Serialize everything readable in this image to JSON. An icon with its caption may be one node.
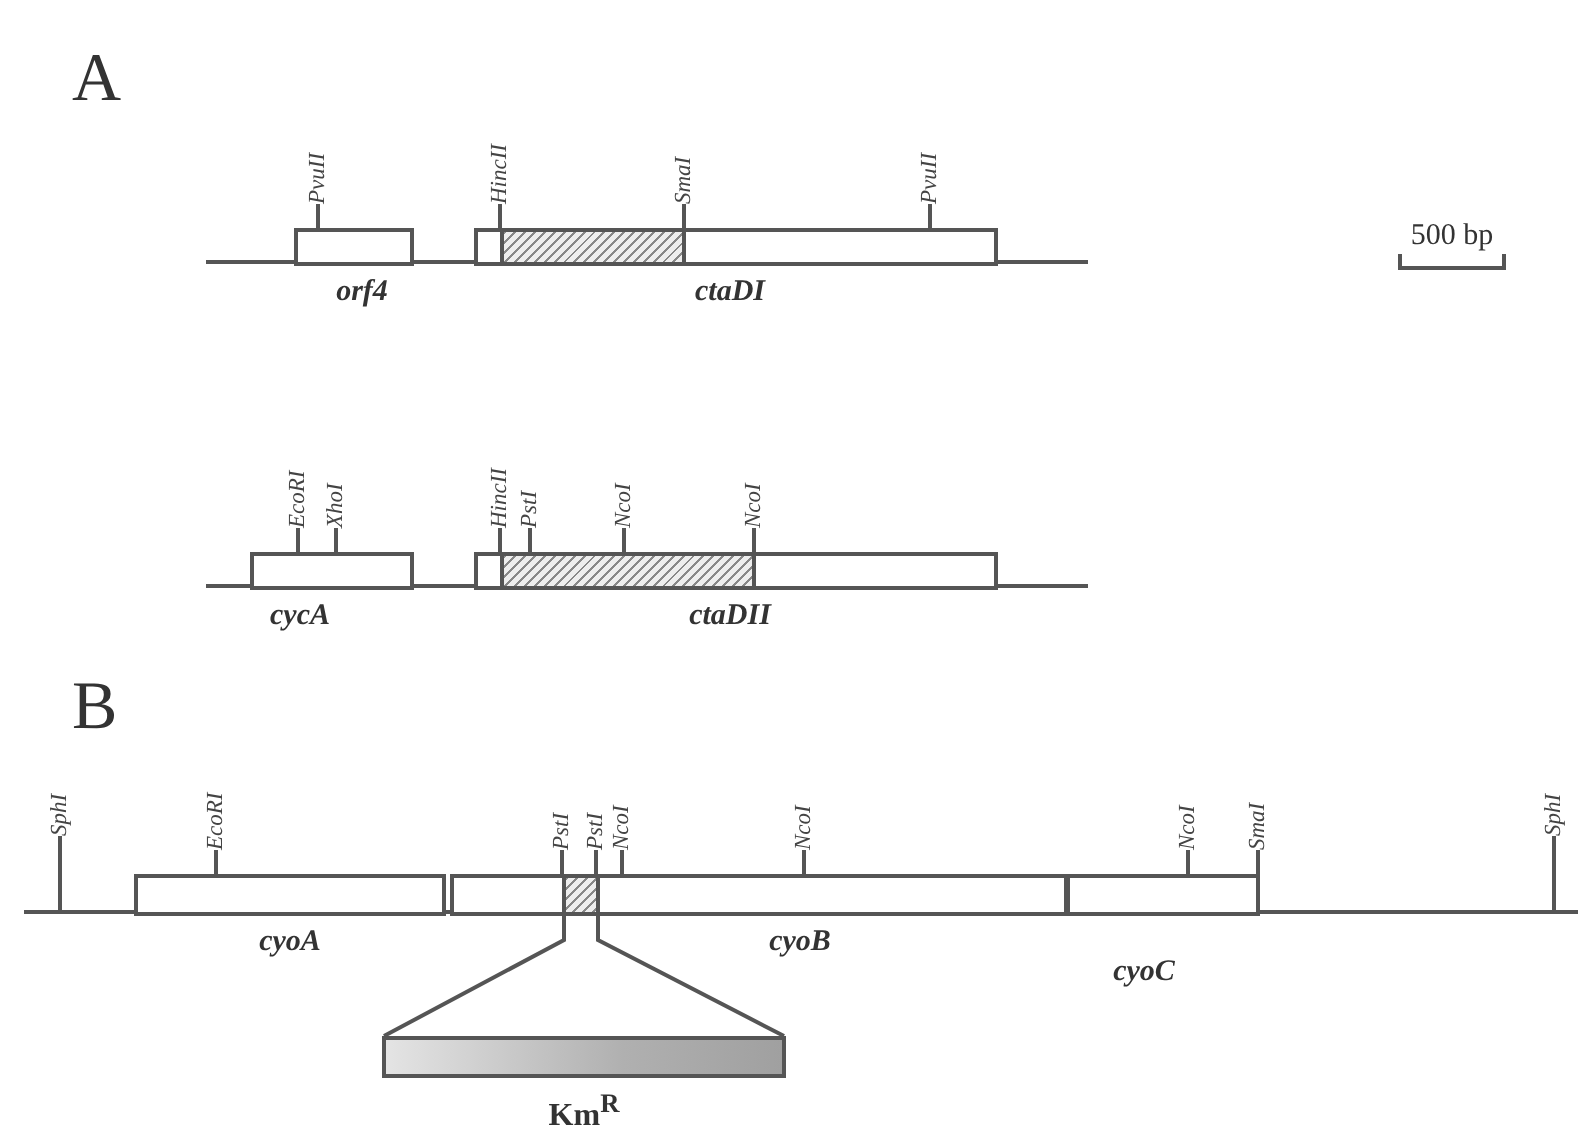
{
  "diagram": {
    "nodes": [
      {
        "text": [
          "orf4"
        ]
      },
      {
        "text": [
          "ctaDI"
        ]
      },
      {
        "text": [],
        "shape": "box",
        "in": 1
      },
      {
        "text": [
          "cycA"
        ]
      },
      {
        "text": [
          "ctaDII"
        ]
      },
      {
        "text": [],
        "shape": "box",
        "in": 4
      },
      {
        "text": [
          "cyoA"
        ]
      },
      {
        "text": [
          "cyoB"
        ]
      },
      {
        "text": [],
        "shape": "box",
        "in": 7
      },
      {
        "text": [
          "cyoC"
        ]
      },
      {
        "text": [
          "Km$^{R}$"
        ]
      },
      {
        "text": [
          "PvuII"
        ]
      },
      {
        "text": [
          "HincII"
        ]
      },
      {
        "text": [
          "SmaI"
        ]
      },
      {
        "text": [
          "PvuII"
        ]
      },
      {
        "text": [
          "EcoRI"
        ]
      },
      {
        "text": [
          "XhoI"
        ]
      },
      {
        "text": [
          "HincII"
        ]
      },
      {
        "text": [
          "PstI"
        ]
      },
      {
        "text": [
          "NcoI"
        ]
      },
      {
        "text": [
          "NcoI"
        ]
      },
      {
        "text": [
          "SphI"
        ]
      },
      {
        "text": [
          "EcoRI"
        ]
      },
      {
        "text": [
          "PstI"
        ]
      },
      {
        "text": [
          "PstI"
        ]
      },
      {
        "text": [
          "NcoI"
        ]
      },
      {
        "text": [
          "NcoI"
        ]
      },
      {
        "text": [
          "NcoI"
        ]
      },
      {
        "text": [
          "SmaI"
        ]
      },
      {
        "text": [
          "SphI"
        ]
      }
    ],
    "edges": [
      {
        "from": 8,
        "to": 10,
        "arrow": "none"
      },
      {
        "from": 11,
        "to": 0,
        "arrow": "none"
      },
      {
        "from": 12,
        "to": 2,
        "arrow": "none"
      },
      {
        "from": 13,
        "to": 2,
        "arrow": "none"
      },
      {
        "from": 14,
        "to": 1,
        "arrow": "none"
      },
      {
        "from": 15,
        "to": 3,
        "arrow": "none"
      },
      {
        "from": 16,
        "to": 3,
        "arrow": "none"
      },
      {
        "from": 17,
        "to": 5,
        "arrow": "none"
      },
      {
        "from": 18,
        "to": 5,
        "arrow": "none"
      },
      {
        "from": 19,
        "to": 5,
        "arrow": "none"
      },
      {
        "from": 20,
        "to": 5,
        "arrow": "none"
      },
      {
        "from": 21,
        "to": null,
        "arrow": "none"
      },
      {
        "from": 22,
        "to": 6,
        "arrow": "none"
      },
      {
        "from": 23,
        "to": 8,
        "arrow": "none"
      },
      {
        "from": 24,
        "to": 8,
        "arrow": "none"
      },
      {
        "from": 25,
        "to": 7,
        "arrow": "none"
      },
      {
        "from": 26,
        "to": 7,
        "arrow": "none"
      },
      {
        "from": 27,
        "to": 9,
        "arrow": "none"
      },
      {
        "from": 28,
        "to": 9,
        "arrow": "none"
      },
      {
        "from": 29,
        "to": null,
        "arrow": "none"
      }
    ],
    "labels": [
      "A",
      "500 bp",
      "B"
    ]
  }
}
